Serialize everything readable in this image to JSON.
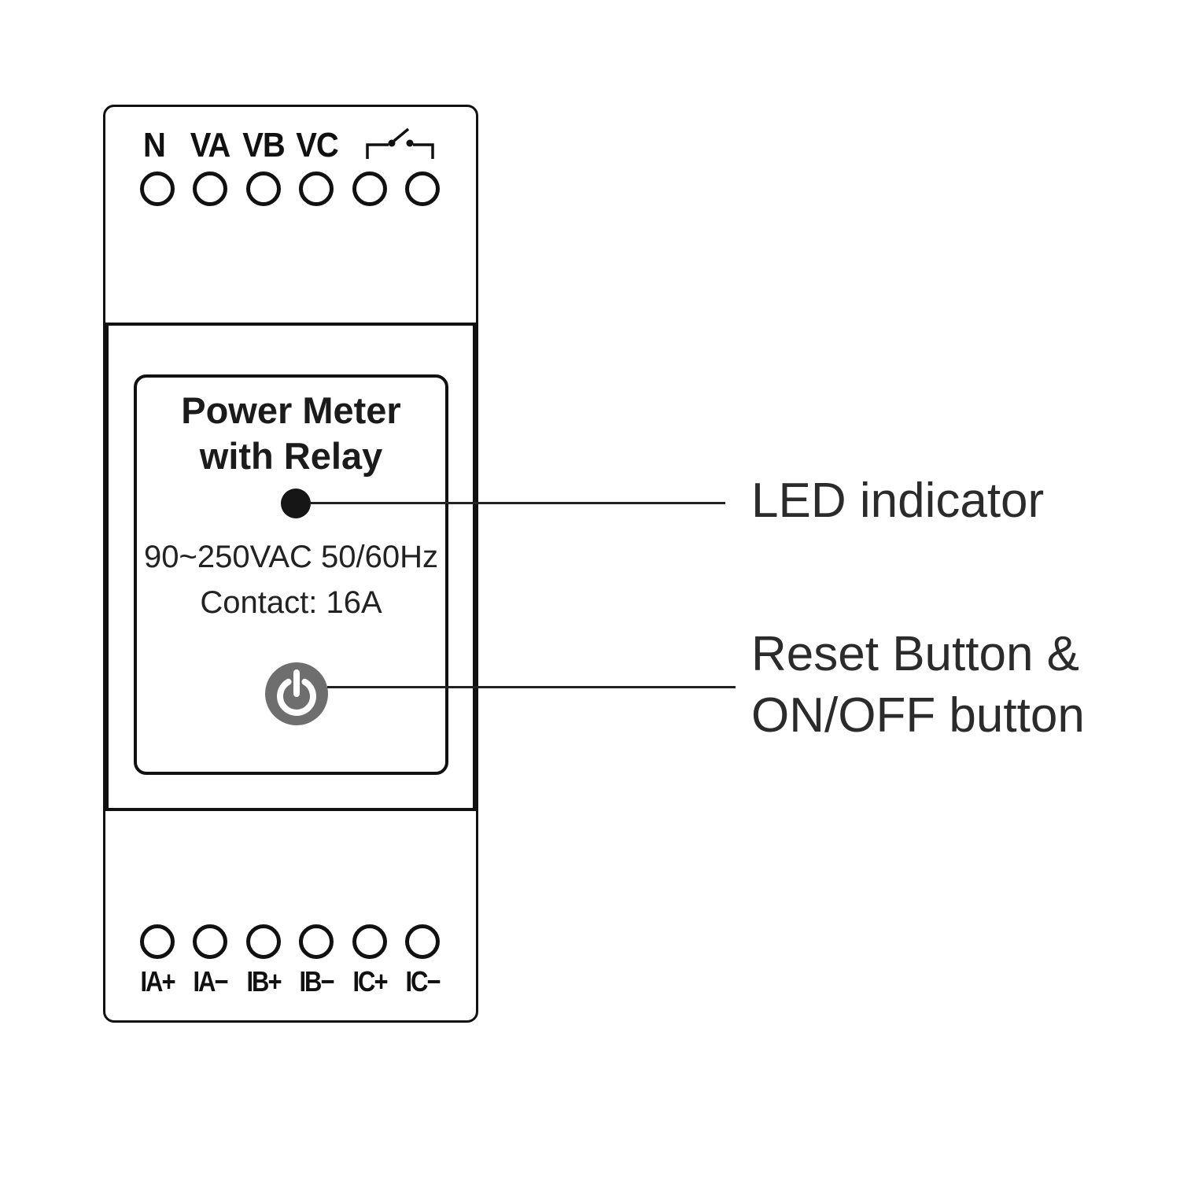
{
  "device": {
    "top_terminals": {
      "labels": [
        "N",
        "VA",
        "VB",
        "VC"
      ],
      "relay_symbol": "normally-open relay contact"
    },
    "display": {
      "title_line1": "Power Meter",
      "title_line2": "with Relay",
      "spec_line1": "90~250VAC 50/60Hz",
      "spec_line2": "Contact: 16A"
    },
    "bottom_terminals": {
      "labels": [
        "IA+",
        "IA−",
        "IB+",
        "IB−",
        "IC+",
        "IC−"
      ]
    }
  },
  "annotations": {
    "led_label": "LED indicator",
    "reset_label_line1": "Reset Button &",
    "reset_label_line2": "ON/OFF button"
  },
  "colors": {
    "outline": "#111111",
    "button_gray": "#6e6e6e",
    "led_black": "#161616",
    "annotation_text": "#2b2b2b"
  }
}
